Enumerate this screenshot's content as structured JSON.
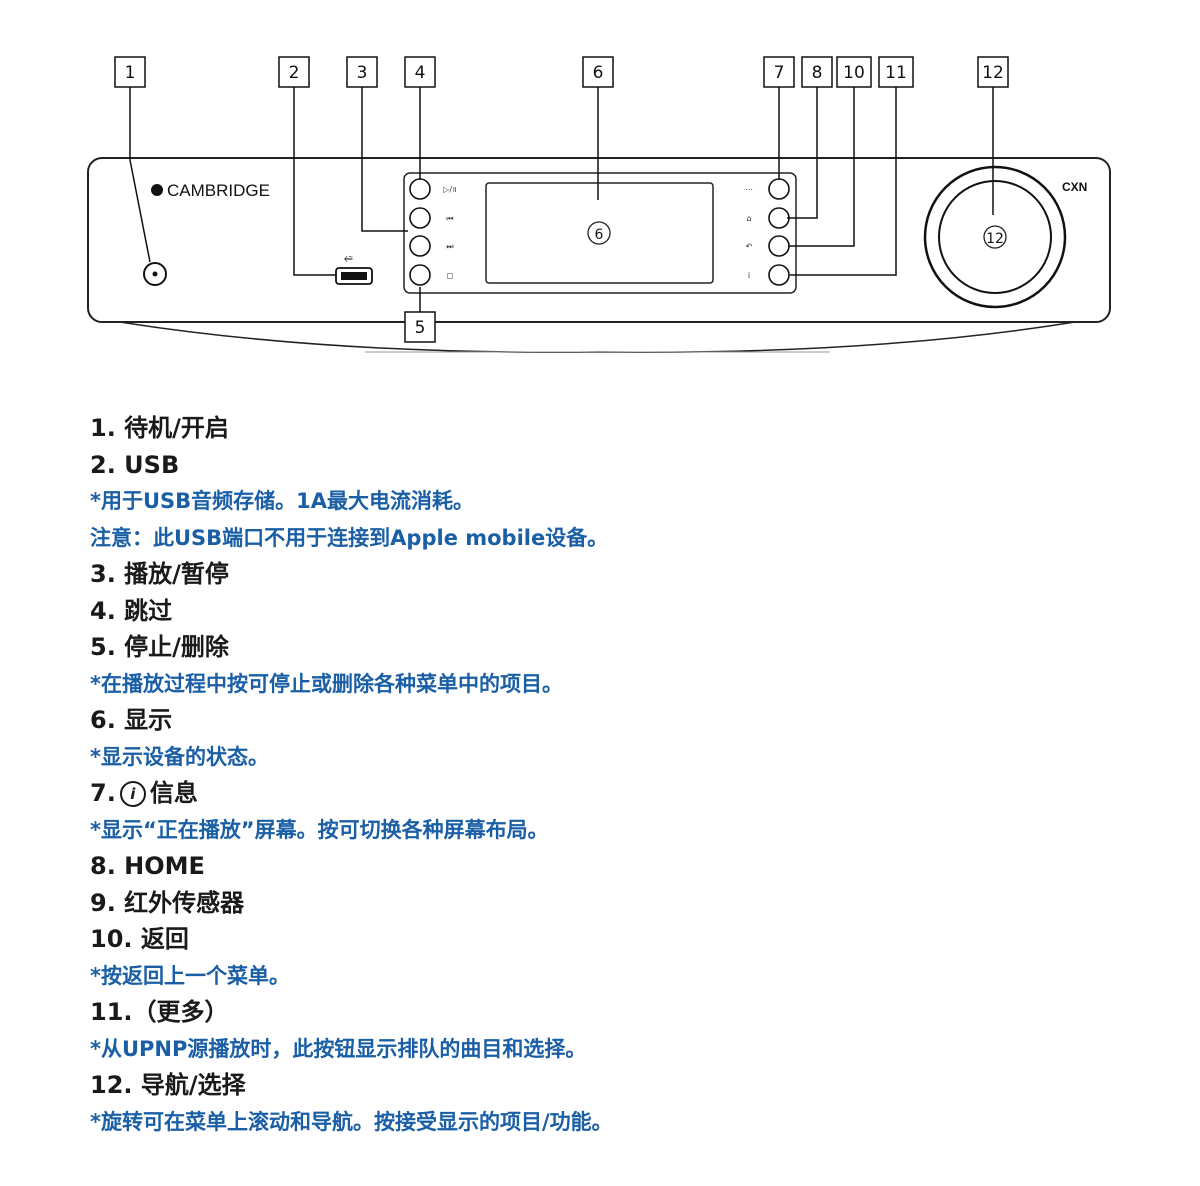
{
  "device": {
    "brand": "CAMBRIDGE",
    "model": "CXN",
    "display_label": "6",
    "knob_label": "12",
    "left_button_icons": [
      "▷/॥",
      "⏮",
      "⏭",
      "◻"
    ],
    "right_button_icons": [
      "⋯",
      "⌂",
      "↶",
      "ⅰ"
    ]
  },
  "callouts": [
    "1",
    "2",
    "3",
    "4",
    "5",
    "6",
    "7",
    "8",
    "10",
    "11",
    "12"
  ],
  "items": [
    {
      "title": "1. 待机/开启"
    },
    {
      "title": "2. USB"
    },
    {
      "note": "*用于USB音频存储。1A最大电流消耗。"
    },
    {
      "note": "注意：此USB端口不用于连接到Apple mobile设备。"
    },
    {
      "title": "3. 播放/暂停"
    },
    {
      "title": "4. 跳过"
    },
    {
      "title": "5. 停止/删除"
    },
    {
      "note": "*在播放过程中按可停止或删除各种菜单中的项目。"
    },
    {
      "title": "6. 显示"
    },
    {
      "note": "*显示设备的状态。"
    },
    {
      "title_prefix": "7.",
      "title_icon": "i",
      "title_suffix": "信息"
    },
    {
      "note": "*显示“正在播放”屏幕。按可切换各种屏幕布局。"
    },
    {
      "title": "8.  HOME"
    },
    {
      "title": "9.  红外传感器"
    },
    {
      "title": "10.  返回"
    },
    {
      "note": "*按返回上一个菜单。"
    },
    {
      "title": "11.（更多）"
    },
    {
      "note": "*从UPNP源播放时，此按钮显示排队的曲目和选择。"
    },
    {
      "title": "12.  导航/选择"
    },
    {
      "note": "*旋转可在菜单上滚动和导航。按接受显示的项目/功能。"
    }
  ]
}
